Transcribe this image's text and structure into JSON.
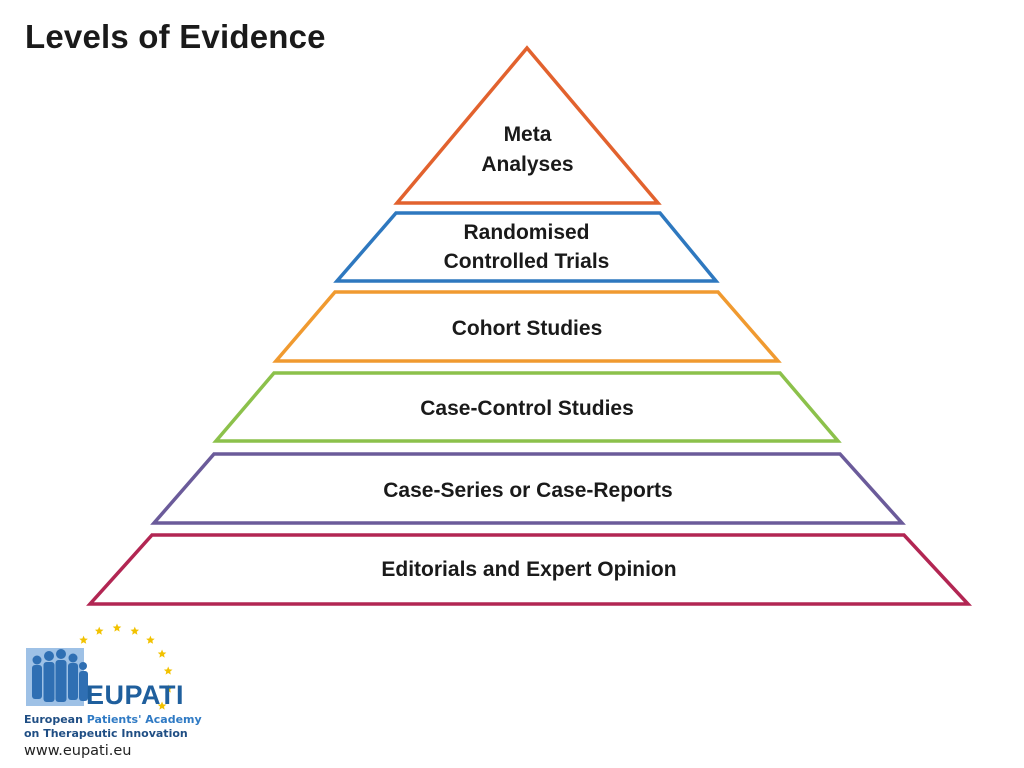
{
  "title": "Levels of Evidence",
  "pyramid": {
    "tiers": [
      {
        "lines": [
          "Meta",
          "Analyses"
        ],
        "color": "#e2622e"
      },
      {
        "lines": [
          "Randomised",
          "Controlled Trials"
        ],
        "color": "#2e78bf"
      },
      {
        "lines": [
          "Cohort Studies"
        ],
        "color": "#f09a30"
      },
      {
        "lines": [
          "Case-Control Studies"
        ],
        "color": "#8cc14b"
      },
      {
        "lines": [
          "Case-Series or Case-Reports"
        ],
        "color": "#6b5b9a"
      },
      {
        "lines": [
          "Editorials and Expert Opinion"
        ],
        "color": "#b22653"
      }
    ]
  },
  "logo": {
    "name": "EUPATI",
    "line1_part1": "European ",
    "line1_part2": "Patients' Academy",
    "line2": "on Therapeutic Innovation",
    "url": "www.eupati.eu",
    "brand_color": "#1f5f9d",
    "star_color": "#f2c200"
  }
}
